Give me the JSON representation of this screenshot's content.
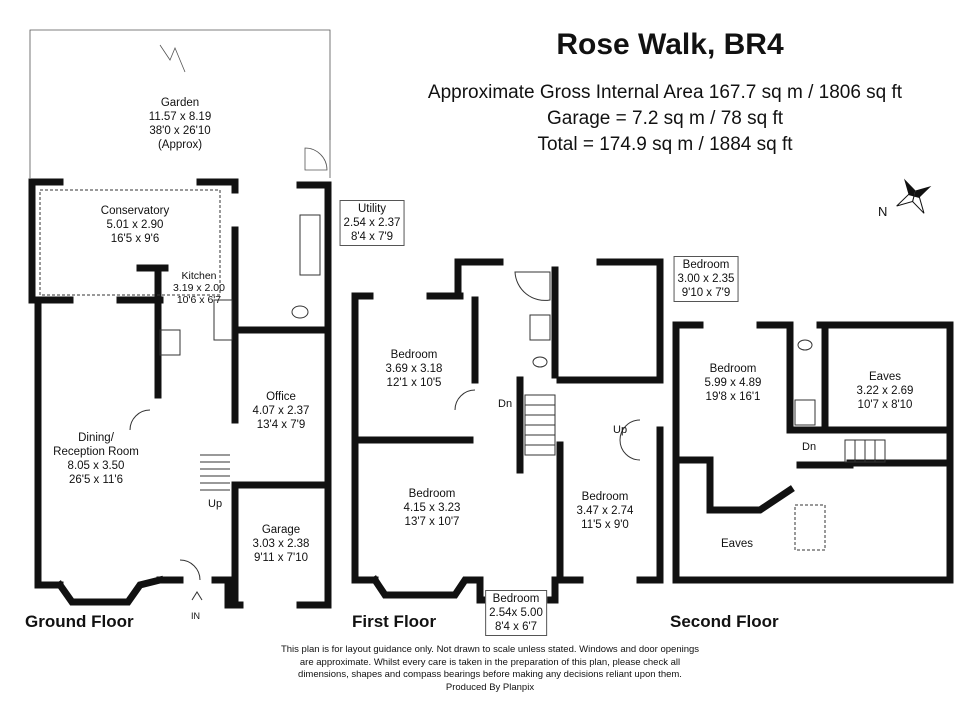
{
  "header": {
    "title": "Rose Walk, BR4",
    "area_line": "Approximate Gross Internal Area 167.7 sq m / 1806 sq ft",
    "garage_line": "Garage = 7.2 sq m / 78 sq ft",
    "total_line": "Total = 174.9 sq m / 1884 sq ft"
  },
  "compass": {
    "icon": "compass-icon",
    "north_label": "N"
  },
  "floors": {
    "ground": "Ground Floor",
    "first": "First Floor",
    "second": "Second Floor"
  },
  "rooms": {
    "garden": {
      "name": "Garden",
      "metric": "11.57 x 8.19",
      "imperial": "38'0 x 26'10",
      "note": "(Approx)"
    },
    "conservatory": {
      "name": "Conservatory",
      "metric": "5.01 x 2.90",
      "imperial": "16'5 x 9'6"
    },
    "utility": {
      "name": "Utility",
      "metric": "2.54 x 2.37",
      "imperial": "8'4 x 7'9"
    },
    "kitchen": {
      "name": "Kitchen",
      "metric": "3.19 x 2.00",
      "imperial": "10'6 x 6'7"
    },
    "dining": {
      "name1": "Dining/",
      "name2": "Reception Room",
      "metric": "8.05 x 3.50",
      "imperial": "26'5 x 11'6"
    },
    "office": {
      "name": "Office",
      "metric": "4.07 x 2.37",
      "imperial": "13'4 x 7'9"
    },
    "garage": {
      "name": "Garage",
      "metric": "3.03 x 2.38",
      "imperial": "9'11 x 7'10"
    },
    "ff_bed_tl": {
      "name": "Bedroom",
      "metric": "3.69 x 3.18",
      "imperial": "12'1 x 10'5"
    },
    "ff_bed_bl": {
      "name": "Bedroom",
      "metric": "4.15 x 3.23",
      "imperial": "13'7 x 10'7"
    },
    "ff_bed_br": {
      "name": "Bedroom",
      "metric": "3.47 x 2.74",
      "imperial": "11'5 x 9'0"
    },
    "ff_bed_tr": {
      "name": "Bedroom",
      "metric": "3.00 x 2.35",
      "imperial": "9'10 x 7'9"
    },
    "ff_bed_b": {
      "name": "Bedroom",
      "metric": "2.54x 5.00",
      "imperial": "8'4 x 6'7"
    },
    "sf_bed": {
      "name": "Bedroom",
      "metric": "5.99 x 4.89",
      "imperial": "19'8 x 16'1"
    },
    "sf_eaves_r": {
      "name": "Eaves",
      "metric": "3.22 x 2.69",
      "imperial": "10'7 x 8'10"
    },
    "sf_eaves_b": {
      "name": "Eaves"
    }
  },
  "labels": {
    "up": "Up",
    "dn": "Dn",
    "in": "IN"
  },
  "disclaimer": {
    "line1": "This plan is for layout guidance only. Not drawn to scale unless stated. Windows and door openings",
    "line2": "are approximate. Whilst every care is taken in the preparation of this plan, please check all",
    "line3": "dimensions, shapes and compass bearings before making any decisions reliant upon them.",
    "line4": "Produced By Planpix"
  },
  "colors": {
    "wall": "#111111",
    "line": "#333333"
  }
}
